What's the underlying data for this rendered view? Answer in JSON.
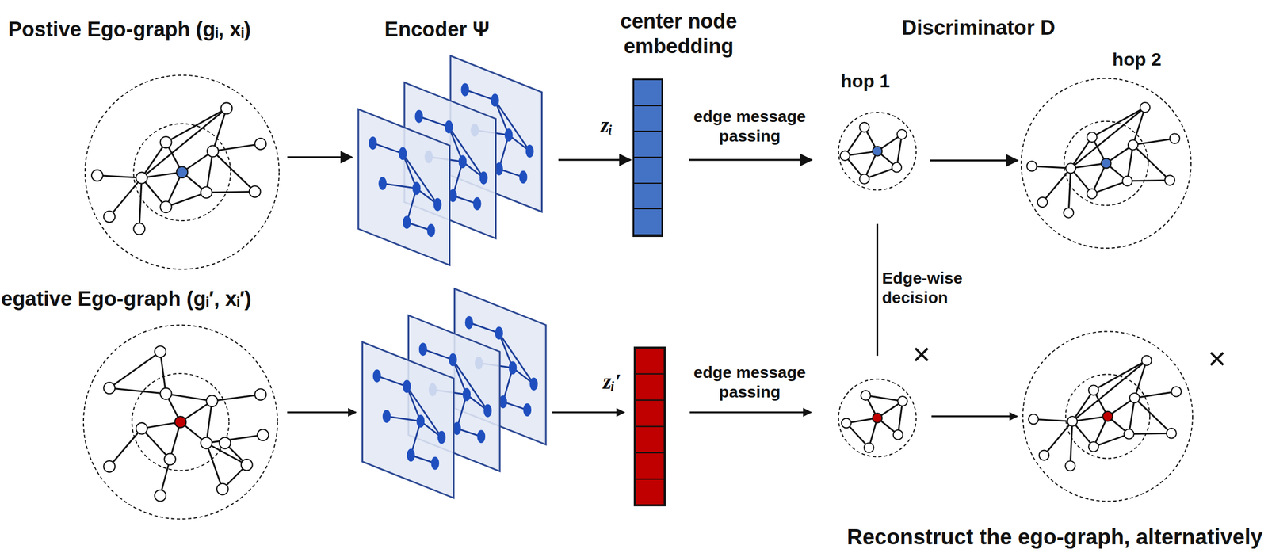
{
  "diagram": {
    "nodes": [
      {
        "text": [
          "Postive Ego-graph (gᵢ, xᵢ)"
        ]
      },
      {
        "text": [
          "Encoder Ψ"
        ]
      },
      {
        "text": [
          "center node embedding"
        ]
      },
      {
        "text": [
          "hop 1"
        ]
      },
      {
        "text": [
          "hop 2"
        ]
      },
      {
        "text": [
          "egative Ego-graph (gᵢ′, xᵢ′)"
        ]
      }
    ],
    "edges": [
      {
        "from": 0,
        "to": 1,
        "arrow": "to"
      },
      {
        "from": 1,
        "to": 2,
        "label": "zᵢ",
        "arrow": "to"
      },
      {
        "from": 2,
        "to": 3,
        "label": "edge message passing",
        "arrow": "to"
      },
      {
        "from": 3,
        "to": 4,
        "arrow": "to"
      }
    ],
    "labels": [
      "Discriminator D",
      "zᵢ′",
      "edge message passing",
      "Edge-wise decision",
      "×",
      "×",
      "Reconstruct the ego-graph, alternatively"
    ]
  }
}
